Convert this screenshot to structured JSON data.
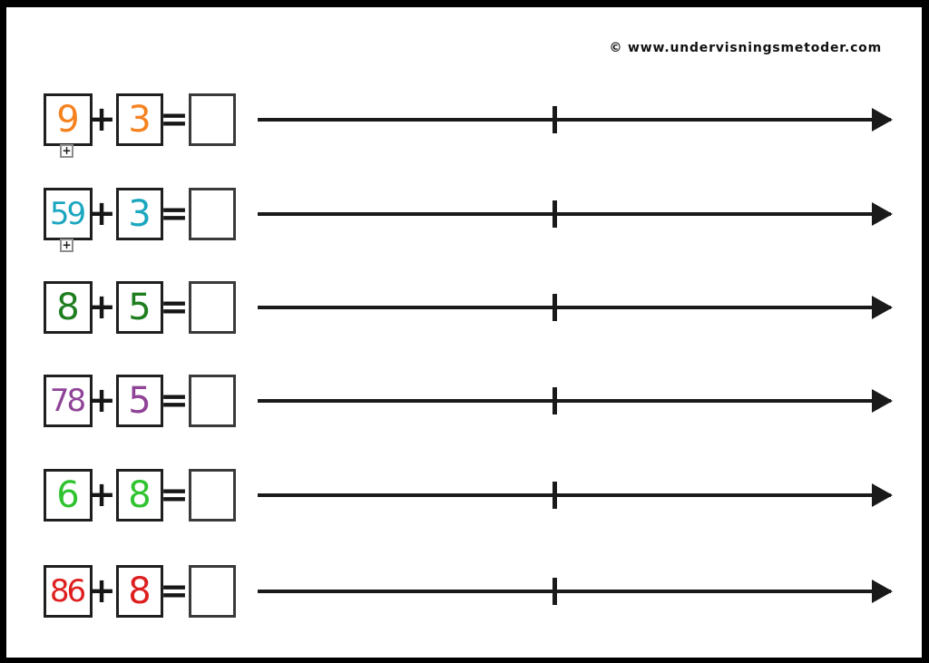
{
  "credit": "© www.undervisningsmetoder.com",
  "ui": {
    "expand_icon_glyph": "+"
  },
  "number_line": {
    "tick_position_pct": 47,
    "tick_count": 1
  },
  "problems": [
    {
      "addend1": "9",
      "operator": "+",
      "addend2": "3",
      "equals": "=",
      "answer": "",
      "color": "#F5821F",
      "has_expand_icon": true
    },
    {
      "addend1": "59",
      "operator": "+",
      "addend2": "3",
      "equals": "=",
      "answer": "",
      "color": "#1BA7BF",
      "has_expand_icon": true
    },
    {
      "addend1": "8",
      "operator": "+",
      "addend2": "5",
      "equals": "=",
      "answer": "",
      "color": "#1F7E1F",
      "has_expand_icon": false
    },
    {
      "addend1": "78",
      "operator": "+",
      "addend2": "5",
      "equals": "=",
      "answer": "",
      "color": "#8F4397",
      "has_expand_icon": false
    },
    {
      "addend1": "6",
      "operator": "+",
      "addend2": "8",
      "equals": "=",
      "answer": "",
      "color": "#2FC42F",
      "has_expand_icon": false
    },
    {
      "addend1": "86",
      "operator": "+",
      "addend2": "8",
      "equals": "=",
      "answer": "",
      "color": "#DE1F1F",
      "has_expand_icon": false
    }
  ]
}
